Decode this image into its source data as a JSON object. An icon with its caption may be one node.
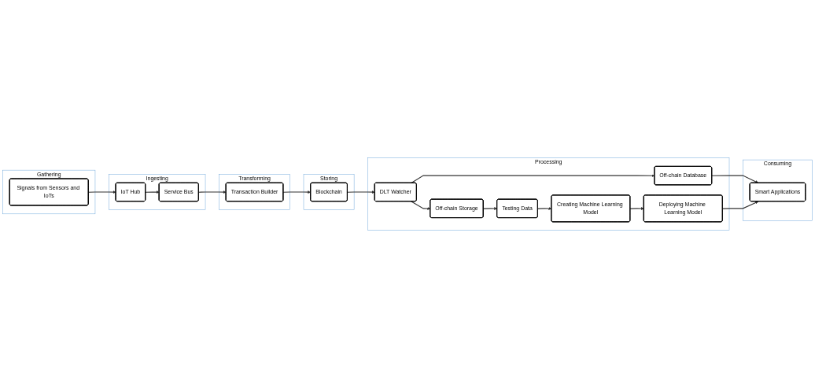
{
  "diagram": {
    "nodes": [
      {
        "text": [
          "Gathering"
        ]
      },
      {
        "text": [
          "Signals from Sensors and IoTs"
        ],
        "in": 0
      },
      {
        "text": [
          "Ingesting"
        ]
      },
      {
        "text": [
          "IoT Hub"
        ],
        "in": 2
      },
      {
        "text": [
          "Service Bus"
        ],
        "in": 2
      },
      {
        "text": [
          "Transforming"
        ]
      },
      {
        "text": [
          "Transaction Builder"
        ],
        "in": 5
      },
      {
        "text": [
          "Storing"
        ]
      },
      {
        "text": [
          "Blockchain"
        ],
        "in": 7
      },
      {
        "text": [
          "Processing"
        ]
      },
      {
        "text": [
          "DLT Watcher"
        ],
        "in": 9
      },
      {
        "text": [
          "Off-chain Storage"
        ],
        "in": 9
      },
      {
        "text": [
          "Off-chain Database"
        ],
        "in": 9
      },
      {
        "text": [
          "Testing Data"
        ],
        "in": 9
      },
      {
        "text": [
          "Creating Machine Learning Model"
        ],
        "in": 9
      },
      {
        "text": [
          "Deploying Machine Learning Model"
        ],
        "in": 9
      },
      {
        "text": [
          "Consuming"
        ]
      },
      {
        "text": [
          "Smart Applications"
        ],
        "in": 16
      }
    ],
    "edges": [
      {
        "from": 1,
        "to": 3,
        "arrow": "to"
      },
      {
        "from": 3,
        "to": 4,
        "arrow": "to"
      },
      {
        "from": 4,
        "to": 6,
        "arrow": "to"
      },
      {
        "from": 6,
        "to": 8,
        "arrow": "to"
      },
      {
        "from": 8,
        "to": 10,
        "arrow": "to"
      },
      {
        "from": 10,
        "to": 11,
        "arrow": "to"
      },
      {
        "from": 10,
        "to": 12,
        "arrow": "to"
      },
      {
        "from": 11,
        "to": 13,
        "arrow": "to"
      },
      {
        "from": 13,
        "to": 14,
        "arrow": "to"
      },
      {
        "from": 14,
        "to": 15,
        "arrow": "to"
      },
      {
        "from": 12,
        "to": 17,
        "arrow": "to"
      },
      {
        "from": 15,
        "to": 17,
        "arrow": "to"
      }
    ]
  }
}
